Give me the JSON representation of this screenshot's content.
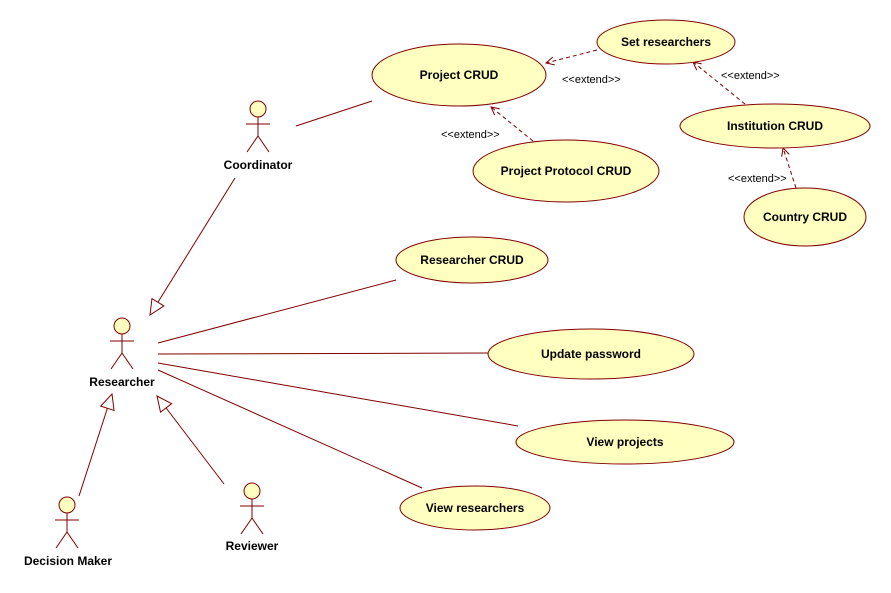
{
  "colors": {
    "line": "#800000",
    "fill": "#ffffc0",
    "background": "#ffffff",
    "text": "#000000"
  },
  "actors": {
    "coordinator": "Coordinator",
    "researcher": "Researcher",
    "decision_maker": "Decision Maker",
    "reviewer": "Reviewer"
  },
  "use_cases": {
    "project_crud": "Project CRUD",
    "set_researchers": "Set researchers",
    "institution_crud": "Institution CRUD",
    "project_protocol_crud": "Project Protocol CRUD",
    "country_crud": "Country CRUD",
    "researcher_crud": "Researcher CRUD",
    "update_password": "Update password",
    "view_projects": "View projects",
    "view_researchers": "View researchers"
  },
  "stereotypes": {
    "extend_set_to_project": "<<extend>>",
    "extend_protocol_to_project": "<<extend>>",
    "extend_institution_to_set": "<<extend>>",
    "extend_country_to_institution": "<<extend>>"
  }
}
